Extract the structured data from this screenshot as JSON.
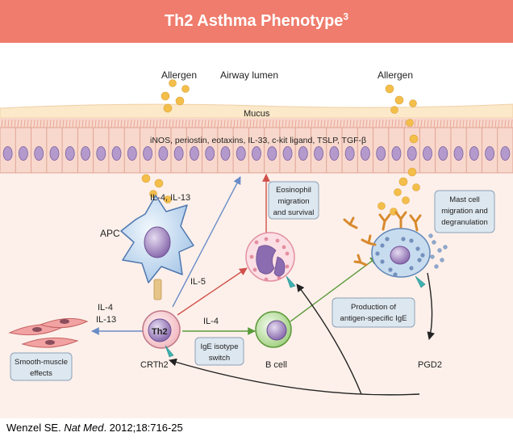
{
  "header": {
    "title": "Th2 Asthma Phenotype",
    "superscript": "3"
  },
  "labels": {
    "allergen_left": "Allergen",
    "airway_lumen": "Airway lumen",
    "allergen_right": "Allergen",
    "mucus": "Mucus",
    "mediators": "iNOS, periostin, eotaxins, IL-33, c-kit ligand, TSLP, TGF-β",
    "il4_il13_top": "IL-4, IL-13",
    "apc": "APC",
    "il5": "IL-5",
    "il4_left": "IL-4",
    "il13_left": "IL-13",
    "th2": "Th2",
    "il4_mid": "IL-4",
    "crth2": "CRTh2",
    "b_cell": "B cell",
    "pgd2": "PGD2"
  },
  "boxes": {
    "eosinophil": [
      "Eosinophil",
      "migration",
      "and survival"
    ],
    "mast_cell": [
      "Mast cell",
      "migration and",
      "degranulation"
    ],
    "production": [
      "Production of",
      "antigen-specific IgE"
    ],
    "ige_switch": [
      "IgE isotype",
      "switch"
    ],
    "smooth_muscle": [
      "Smooth-muscle",
      "effects"
    ]
  },
  "citation": {
    "author": "Wenzel SE.",
    "journal": "Nat Med",
    "details": ". 2012;18:716-25"
  },
  "colors": {
    "header": "#ef7c6c",
    "tissue": "#fdf0ea",
    "epithelium": "#f8d8cc",
    "nucleus": "#b49acc",
    "allergen": "#f3be4a",
    "arrow_blue": "#6a8cc8",
    "arrow_red": "#d0504a",
    "arrow_green": "#5a9a3a",
    "box_fill": "#dde7ef"
  }
}
